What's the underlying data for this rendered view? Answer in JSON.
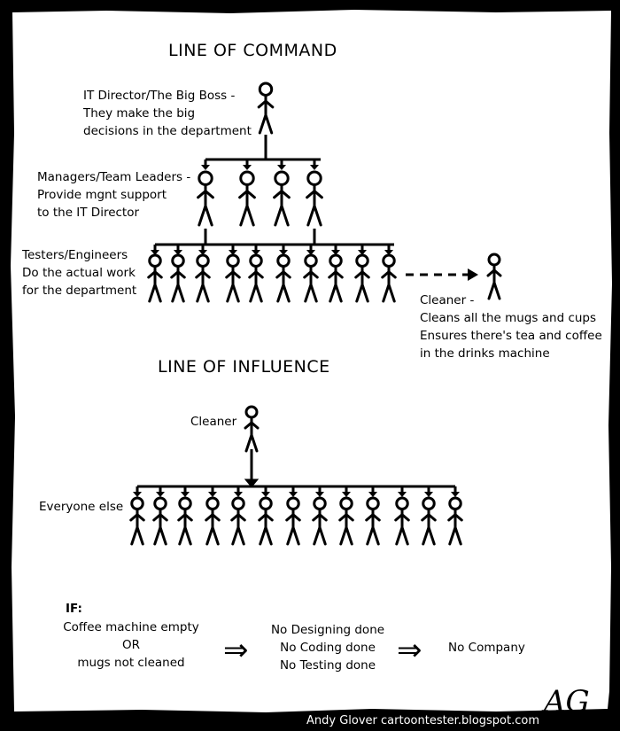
{
  "command": {
    "title": "LINE OF COMMAND",
    "boss": [
      "IT Director/The Big Boss -",
      "They make the big",
      "decisions in the department"
    ],
    "managers": [
      "Managers/Team Leaders -",
      "Provide mgnt support",
      "to the IT Director"
    ],
    "testers": [
      "Testers/Engineers",
      "Do the actual work",
      "for the department"
    ],
    "cleaner": [
      "Cleaner -",
      "Cleans all the mugs and cups",
      "Ensures there's tea and coffee",
      "in the drinks machine"
    ]
  },
  "influence": {
    "title": "LINE OF INFLUENCE",
    "cleaner_label": "Cleaner",
    "everyone_label": "Everyone else"
  },
  "consequence": {
    "if_label": "IF:",
    "condition": [
      "Coffee machine empty",
      "OR",
      "mugs not cleaned"
    ],
    "arrow_symbol": "⇒",
    "results": [
      "No Designing done",
      "No Coding done",
      "No Testing done"
    ],
    "final": "No Company"
  },
  "footer": {
    "credit": "Andy Glover cartoontester.blogspot.com",
    "signature": "AG"
  }
}
